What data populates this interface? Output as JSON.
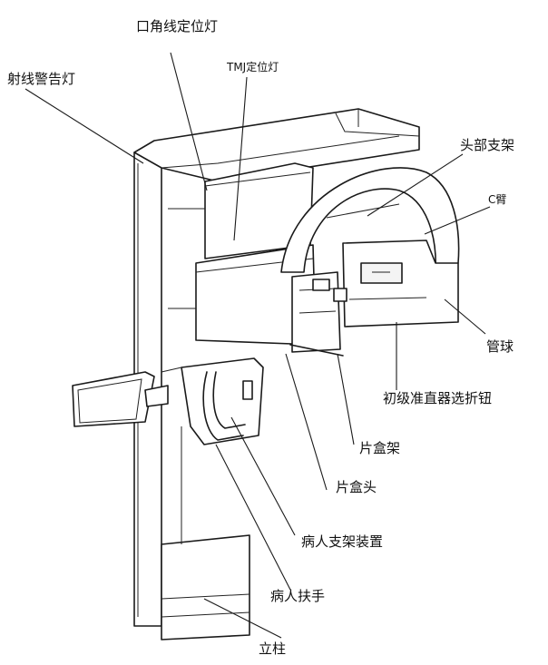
{
  "labels": {
    "mouth_angle_light": "口角线定位灯",
    "tmj_light": "TMJ定位灯",
    "radiation_warning_light": "射线警告灯",
    "head_support": "头部支架",
    "c_arm": "C臂",
    "tube": "管球",
    "primary_collimator_knob": "初级准直器选折钮",
    "cassette_holder": "片盒架",
    "cassette_head": "片盒头",
    "patient_support": "病人支架装置",
    "patient_handle": "病人扶手",
    "column": "立柱"
  }
}
